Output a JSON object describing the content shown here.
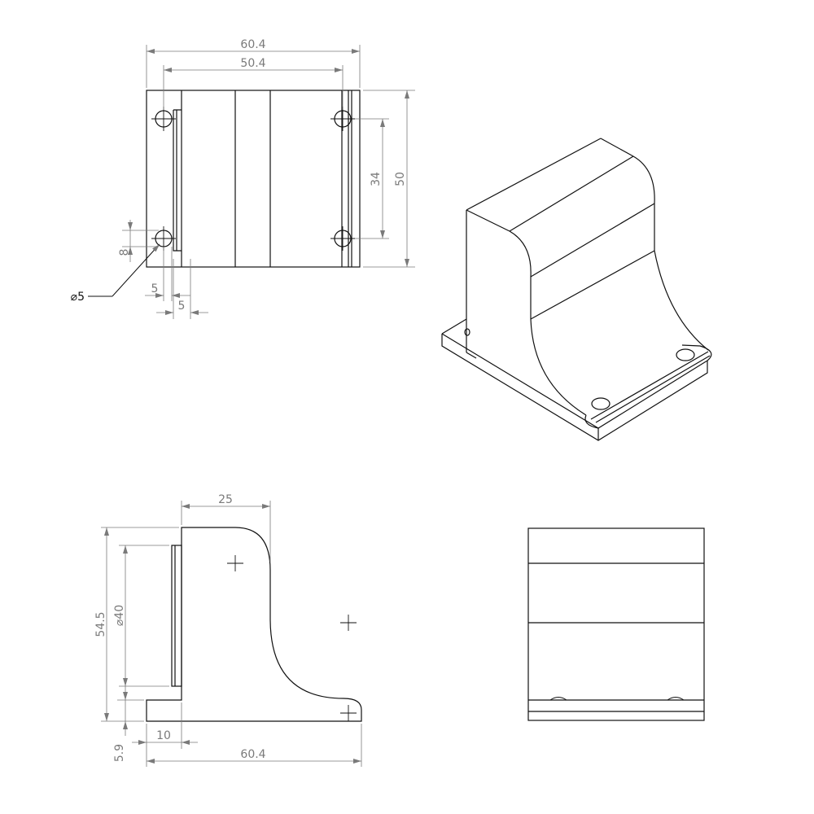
{
  "colors": {
    "object_line": "#111111",
    "dimension_line": "#7a7a7a",
    "background": "#ffffff"
  },
  "views": {
    "top": {
      "dims": {
        "overall_width": "60.4",
        "inner_width": "50.4",
        "height": "50",
        "hole_spacing": "34",
        "hole_offset_y": "8",
        "hole_diameter": "⌀5",
        "hole_offset_x": "5",
        "slot_offset_x": "5"
      }
    },
    "side": {
      "dims": {
        "top_width": "25",
        "total_height": "54.5",
        "bore_diameter": "⌀40",
        "base_thickness": "5.9",
        "flange_width": "10",
        "overall_width": "60.4"
      }
    }
  }
}
